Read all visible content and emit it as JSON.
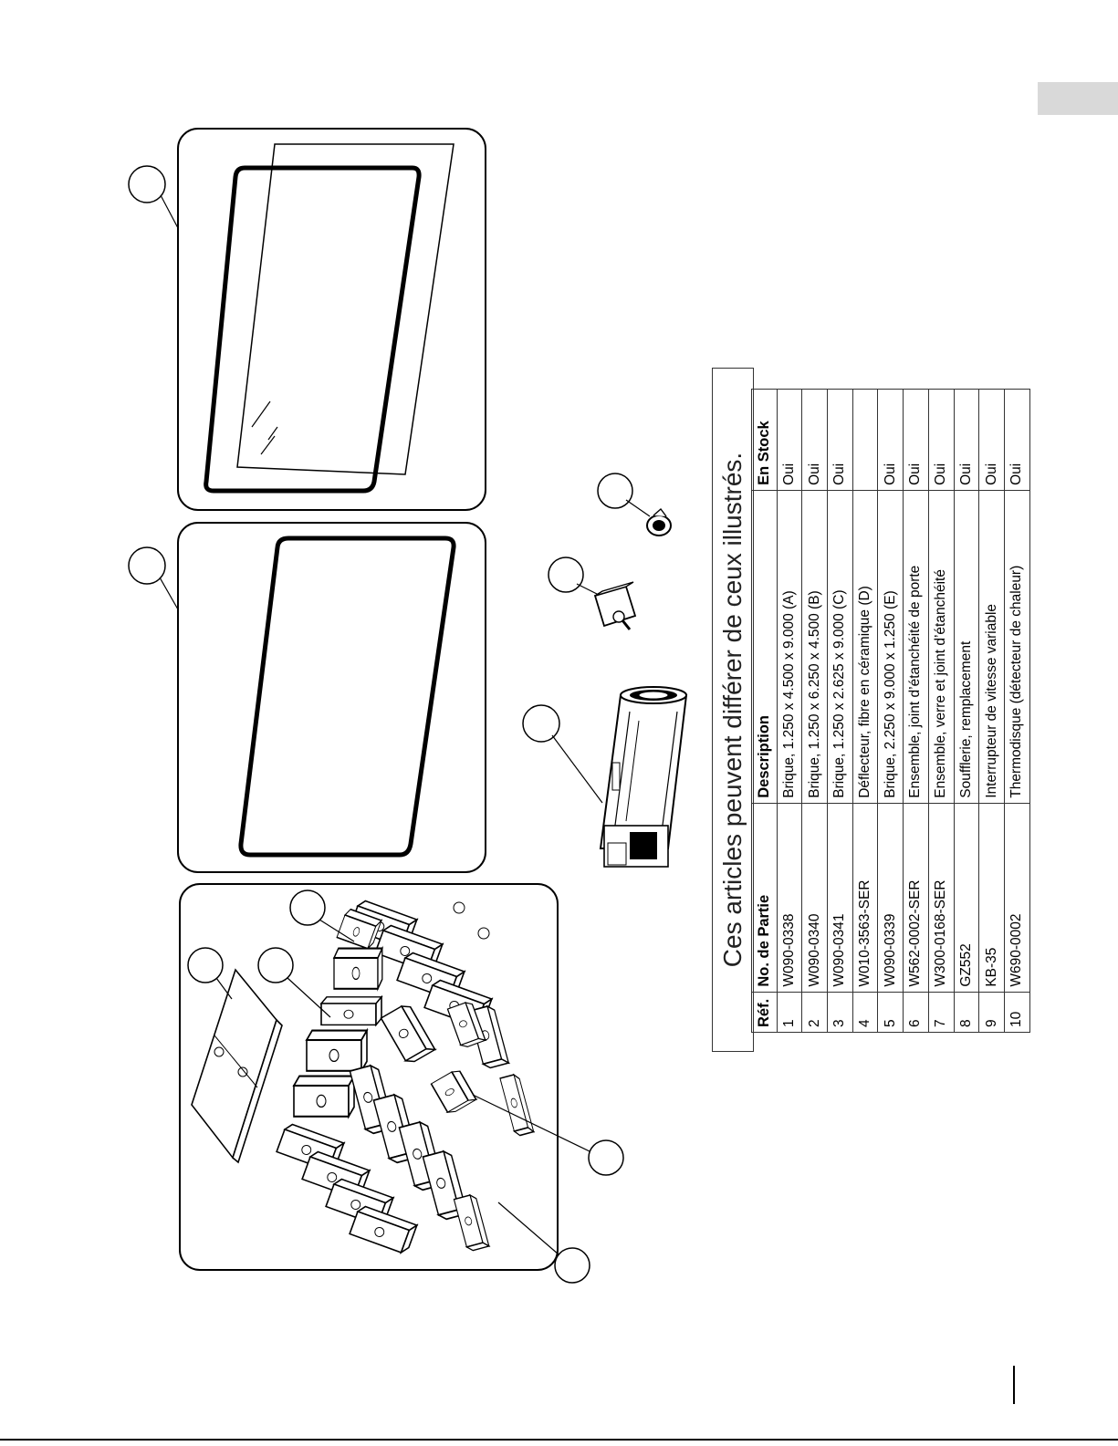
{
  "caption": "Ces articles peuvent différer de ceux illustrés.",
  "table": {
    "headers": [
      "Réf.",
      "No. de Partie",
      "Description",
      "En Stock"
    ],
    "rows": [
      {
        "ref": "1",
        "part": "W090-0338",
        "description": "Brique, 1.250 x 4.500 x 9.000 (A)",
        "stock": "Oui"
      },
      {
        "ref": "2",
        "part": "W090-0340",
        "description": "Brique, 1.250 x 6.250 x 4.500 (B)",
        "stock": "Oui"
      },
      {
        "ref": "3",
        "part": "W090-0341",
        "description": "Brique, 1.250 x 2.625 x 9.000 (C)",
        "stock": "Oui"
      },
      {
        "ref": "4",
        "part": "W010-3563-SER",
        "description": "Déflecteur, fibre en céramique (D)",
        "stock": ""
      },
      {
        "ref": "5",
        "part": "W090-0339",
        "description": "Brique, 2.250 x 9.000 x 1.250 (E)",
        "stock": "Oui"
      },
      {
        "ref": "6",
        "part": "W562-0002-SER",
        "description": "Ensemble, joint d’étanchéité de porte",
        "stock": "Oui"
      },
      {
        "ref": "7",
        "part": "W300-0168-SER",
        "description": "Ensemble, verre et joint d’étanchéité",
        "stock": "Oui"
      },
      {
        "ref": "8",
        "part": "GZ552",
        "description": "Soufflerie, remplacement",
        "stock": "Oui"
      },
      {
        "ref": "9",
        "part": "KB-35",
        "description": "Interrupteur de vitesse variable",
        "stock": "Oui"
      },
      {
        "ref": "10",
        "part": "W690-0002",
        "description": "Thermodisque (détecteur de chaleur)",
        "stock": "Oui"
      }
    ]
  }
}
